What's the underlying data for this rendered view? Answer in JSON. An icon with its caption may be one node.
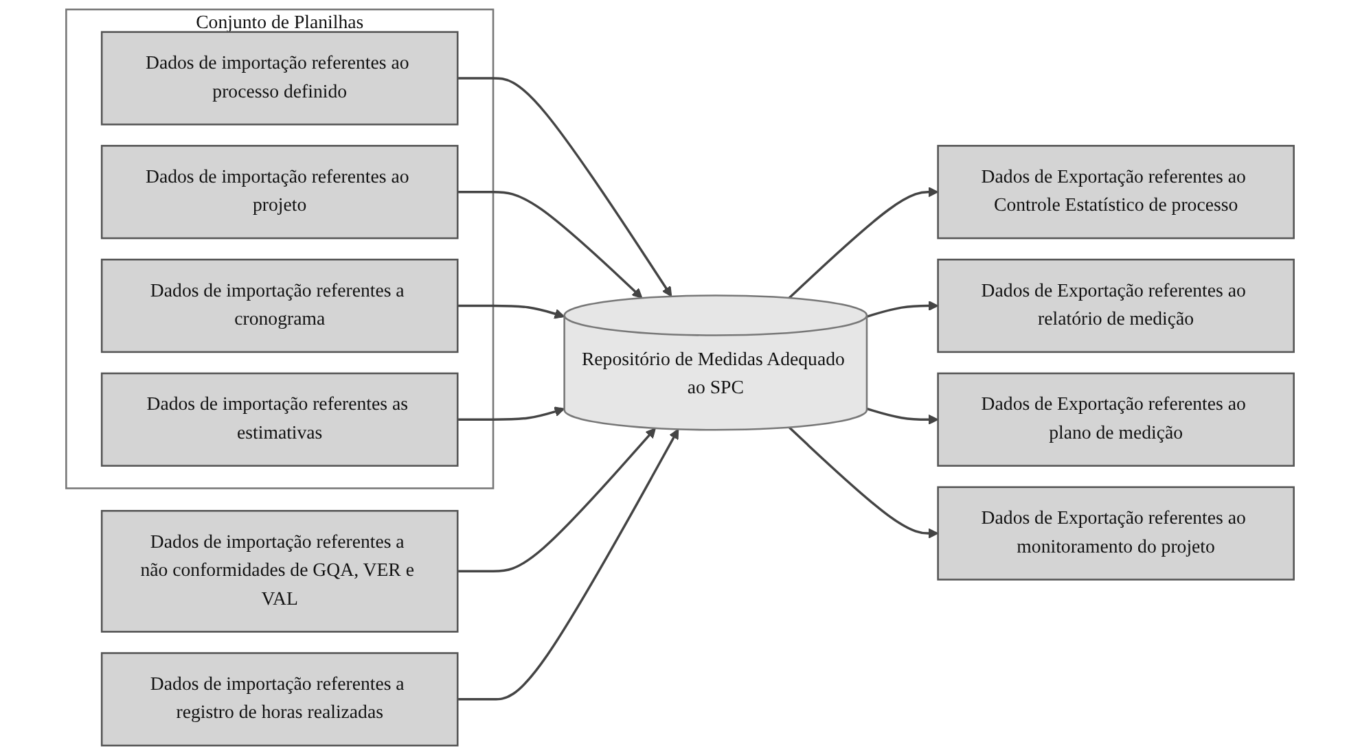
{
  "diagram": {
    "nodes": [
      {
        "text": [
          "Conjunto de Planilhas"
        ]
      },
      {
        "text": [
          "Dados de importação referentes ao processo definido"
        ],
        "in": 0
      },
      {
        "text": [
          "Dados de importação referentes ao projeto"
        ],
        "in": 0
      },
      {
        "text": [
          "Dados de importação referentes a cronograma"
        ],
        "in": 0
      },
      {
        "text": [
          "Dados de importação referentes as estimativas"
        ],
        "in": 0
      },
      {
        "text": [
          "Dados de importação referentes a não conformidades de GQA, VER e VAL"
        ]
      },
      {
        "text": [
          "Dados de importação referentes a registro de horas realizadas"
        ]
      },
      {
        "text": [
          "Repositório de Medidas Adequado ao SPC"
        ]
      },
      {
        "text": [
          "Dados de Exportação referentes ao Controle Estatístico de processo"
        ]
      },
      {
        "text": [
          "Dados de Exportação referentes ao relatório de medição"
        ]
      },
      {
        "text": [
          "Dados de Exportação referentes ao plano de medição"
        ]
      },
      {
        "text": [
          "Dados de Exportação referentes ao monitoramento do projeto"
        ]
      }
    ],
    "edges": [
      {
        "from": 1,
        "to": 7,
        "arrow": "to"
      },
      {
        "from": 2,
        "to": 7,
        "arrow": "to"
      },
      {
        "from": 3,
        "to": 7,
        "arrow": "to"
      },
      {
        "from": 4,
        "to": 7,
        "arrow": "to"
      },
      {
        "from": 5,
        "to": 7,
        "arrow": "to"
      },
      {
        "from": 6,
        "to": 7,
        "arrow": "to"
      },
      {
        "from": 7,
        "to": 8,
        "arrow": "to"
      },
      {
        "from": 7,
        "to": 9,
        "arrow": "to"
      },
      {
        "from": 7,
        "to": 10,
        "arrow": "to"
      },
      {
        "from": 7,
        "to": 11,
        "arrow": "to"
      }
    ]
  }
}
